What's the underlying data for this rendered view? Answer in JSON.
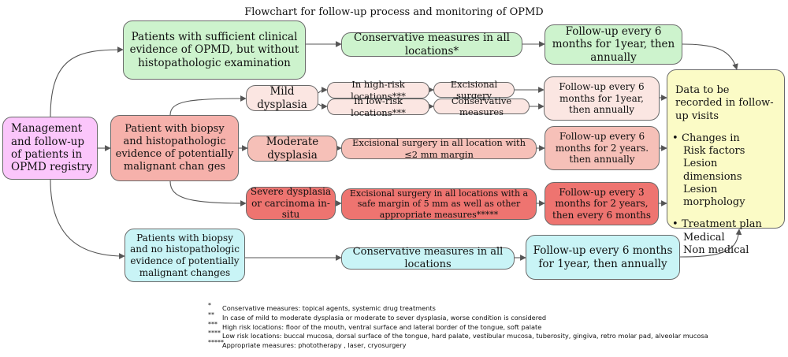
{
  "title": "Flowchart for follow-up process and monitoring of OPMD",
  "nodes": {
    "management": "Management and follow-up of patients in OPMD registry",
    "no_histo": "Patients with sufficient clinical evidence of OPMD, but without histopathologic examination",
    "conservative_top": "Conservative measures in all locations*",
    "followup_top": "Follow-up every 6 months for 1year, then annually",
    "biopsy_pm": "Patient with biopsy and histopathologic evidence of potentially malignant chan ges",
    "mild": "Mild dysplasia",
    "high_risk": "In high-risk locations***",
    "low_risk": "In low-risk locations***",
    "excisional": "Excisional surgery",
    "conservative_mid": "Conservative measures",
    "followup_mild": "Follow-up every 6 months for 1year, then annually",
    "moderate": "Moderate dysplasia",
    "excisional_moderate": "Excisional surgery in all location with ≤2 mm margin",
    "followup_moderate": "Follow-up every 6 months for 2 years. then annually",
    "severe": "Severe dysplasia or carcinoma in-situ",
    "excisional_severe": "Excisional surgery in all locations with a safe margin of 5 mm as well as other appropriate measures*****",
    "followup_severe": "Follow-up every 3 months for 2 years, then every 6 months",
    "biopsy_no": "Patients with biopsy and no histopathologic evidence of potentially malignant changes",
    "conservative_bottom": "Conservative measures in all locations",
    "followup_bottom": "Follow-up every 6 months for 1year, then annually",
    "record": {
      "heading": "Data to be recorded in follow-up visits",
      "changes": "Changes in",
      "changes_items": [
        "Risk factors",
        "Lesion dimensions",
        "Lesion morphology"
      ],
      "treatment": "Treatment plan",
      "treatment_items": [
        "Medical",
        "Non medical"
      ]
    }
  },
  "footnotes": [
    {
      "mark": "*",
      "text": "Conservative measures: topical agents, systemic drug treatments"
    },
    {
      "mark": "**",
      "text": "In case of mild to moderate dysplasia or moderate to sever dysplasia, worse condition is considered"
    },
    {
      "mark": "***",
      "text": "High risk locations: floor of the mouth, ventral surface and lateral border of the tongue, soft palate"
    },
    {
      "mark": "****",
      "text": "Low risk locations: buccal mucosa, dorsal surface of the tongue, hard palate, vestibular mucosa, tuberosity, gingiva, retro molar pad, alveolar mucosa"
    },
    {
      "mark": "*****",
      "text": "Appropriate measures: phototherapy , laser, cryosurgery"
    }
  ],
  "colors": {
    "green": "#cdf3cd",
    "magenta": "#fbc6fb",
    "salmon": "#f6b1ab",
    "red": "#ee7470",
    "cyan": "#c9f4f6",
    "yellow": "#fbfbc6",
    "connector": "#555555"
  }
}
